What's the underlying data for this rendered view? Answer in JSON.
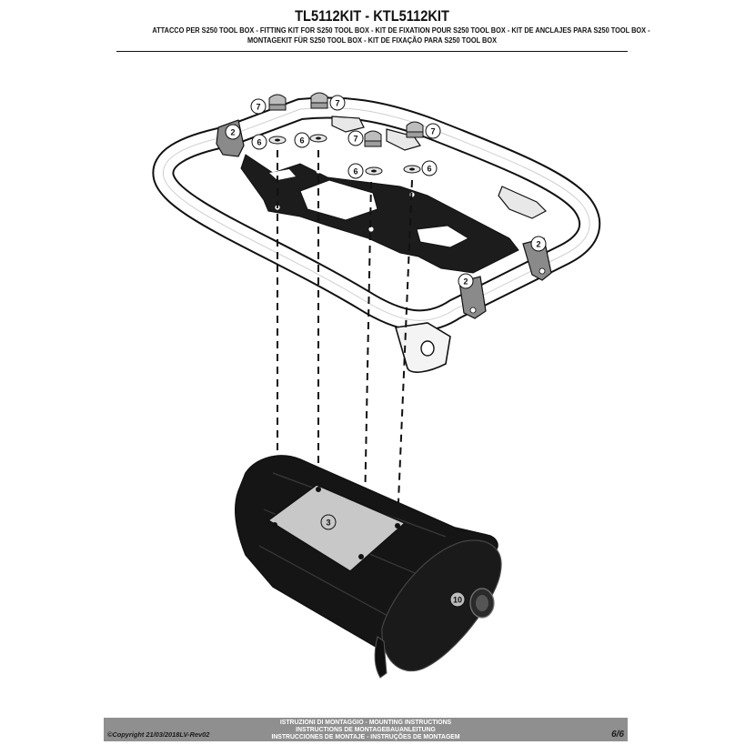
{
  "header": {
    "title": "TL5112KIT - KTL5112KIT",
    "subtitle_line1": "ATTACCO  PER S250 TOOL BOX - FITTING KIT FOR S250 TOOL BOX - KIT DE FIXATION POUR S250 TOOL BOX - KIT DE ANCLAJES PARA S250 TOOL BOX -",
    "subtitle_line2": "MONTAGEKIT FÜR S250 TOOL BOX - KIT DE FIXAÇÃO PARA S250 TOOL BOX"
  },
  "callouts": {
    "clamp": "2",
    "plate": "3",
    "washer": "6",
    "nut": "7",
    "box": "10"
  },
  "footer": {
    "line1": "ISTRUZIONI DI MONTAGGIO  -  MOUNTING INSTRUCTIONS",
    "line2": "INSTRUCTIONS DE MONTAGEBAUANLEITUNG",
    "line3": "INSTRUCCIONES DE MONTAJE - INSTRUÇÕES DE MONTAGEM",
    "copyright": "©Copyright 21/03/2018LV-Rev02",
    "page": "6/6"
  }
}
